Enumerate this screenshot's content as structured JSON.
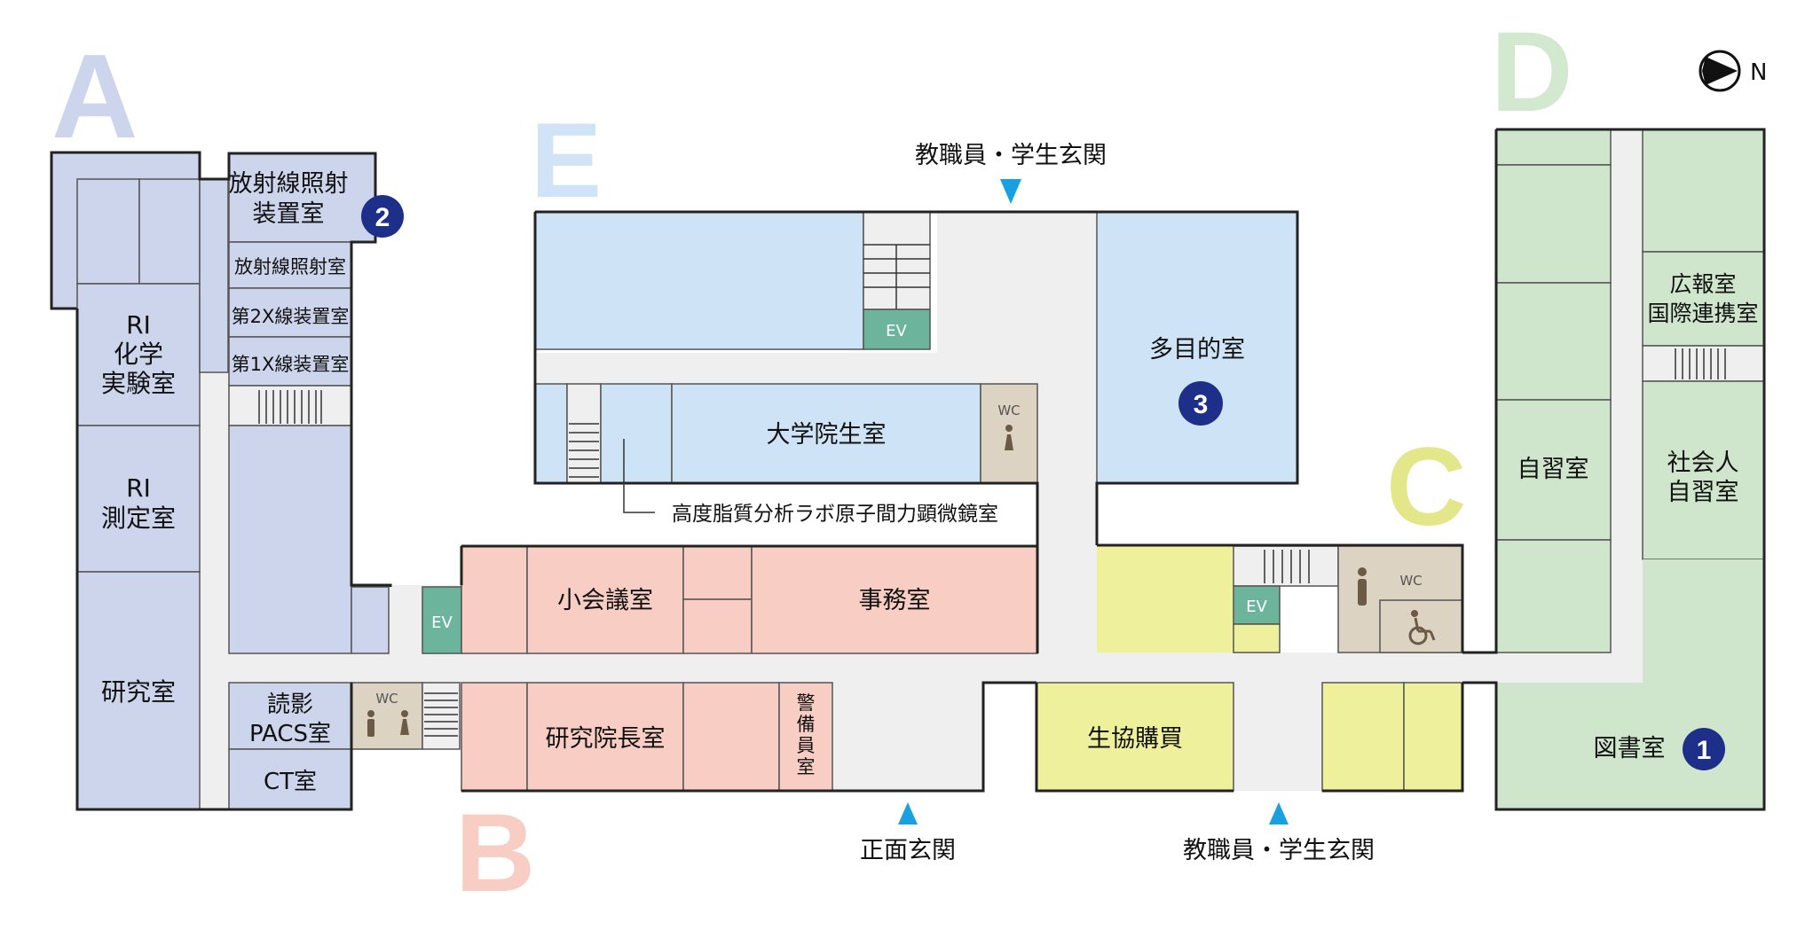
{
  "colors": {
    "wing_a": "#cdd5ec",
    "wing_b": "#f8cdc3",
    "wing_c": "#eff09c",
    "wing_d": "#cfe6cc",
    "wing_e": "#cfe3f6",
    "corridor": "#efefef",
    "wc": "#ddd3c2",
    "ev": "#6cb49c",
    "marker": "#1e2f8a",
    "entrance": "#19a0df",
    "letter_a": "#cdd5ec",
    "letter_b": "#f8cdc3",
    "letter_c": "#e3e78a",
    "letter_d": "#d2e8cf",
    "letter_e": "#d1e4f7"
  },
  "compass": {
    "label": "N",
    "icon": "compass-arrow-icon"
  },
  "wings": {
    "a": "A",
    "b": "B",
    "c": "C",
    "d": "D",
    "e": "E"
  },
  "entrances": {
    "top": "教職員・学生玄関",
    "front": "正面玄関",
    "bottom": "教職員・学生玄関"
  },
  "markers": {
    "m1": "1",
    "m2": "2",
    "m3": "3"
  },
  "rooms": {
    "ri_chem": [
      "RI",
      "化学",
      "実験室"
    ],
    "ri_meas": [
      "RI",
      "測定室"
    ],
    "research": "研究室",
    "irradiation_device": [
      "放射線照射",
      "装置室"
    ],
    "irradiation": "放射線照射室",
    "xray2": "第2X線装置室",
    "xray1": "第1X線装置室",
    "pacs": [
      "読影",
      "PACS室"
    ],
    "ct": "CT室",
    "wc": "WC",
    "ev": "EV",
    "small_meeting": "小会議室",
    "office": "事務室",
    "director": "研究院長室",
    "guard": [
      "警",
      "備",
      "員",
      "室"
    ],
    "grad_room": "大学院生室",
    "lipid_lab": "高度脂質分析ラボ原子間力顕微鏡室",
    "multipurpose": "多目的室",
    "coop": "生協購買",
    "self_study": "自習室",
    "pr": [
      "広報室",
      "国際連携室"
    ],
    "adult_study": [
      "社会人",
      "自習室"
    ],
    "library": "図書室"
  }
}
